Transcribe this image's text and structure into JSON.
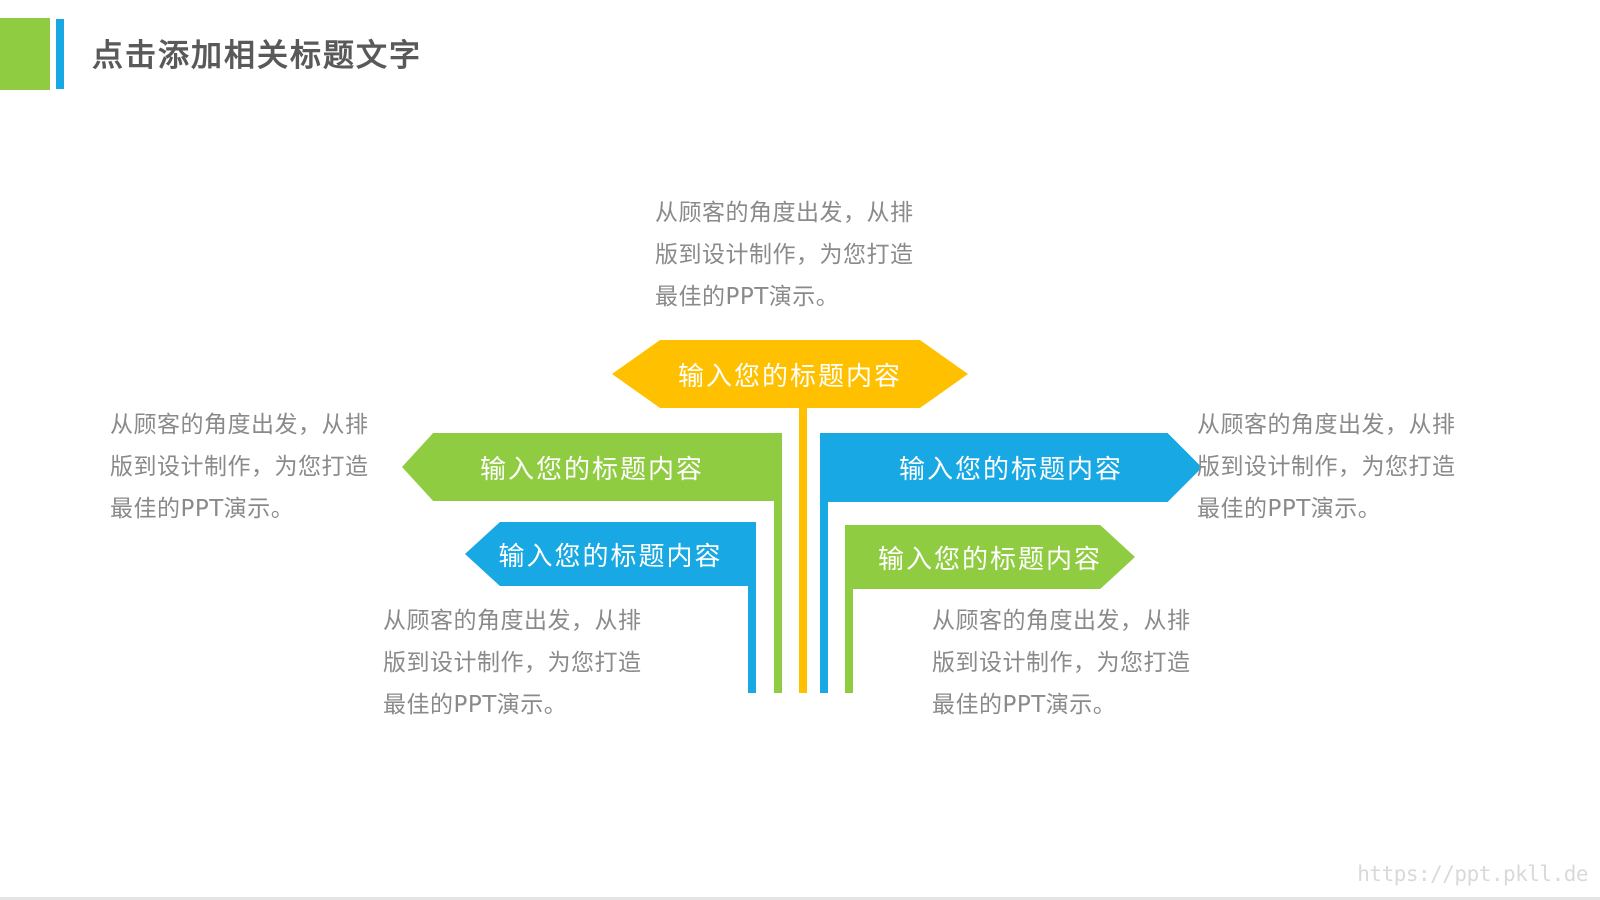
{
  "slide": {
    "title": "点击添加相关标题文字",
    "watermark": "https://ppt.pkll.de"
  },
  "colors": {
    "green": "#90CC41",
    "blue": "#18A8E3",
    "yellow": "#FFC000",
    "title_text": "#595959",
    "body_text": "#8A8A8A",
    "banner_text": "#FFFFFF",
    "watermark_text": "#D9D9D9"
  },
  "banners": {
    "top": {
      "label": "输入您的标题内容",
      "color": "#FFC000",
      "shape": "hexagon-both-points"
    },
    "middle_left": {
      "label": "输入您的标题内容",
      "color": "#90CC41",
      "shape": "point-left"
    },
    "middle_right": {
      "label": "输入您的标题内容",
      "color": "#18A8E3",
      "shape": "point-right"
    },
    "lower_left": {
      "label": "输入您的标题内容",
      "color": "#18A8E3",
      "shape": "point-left"
    },
    "lower_right": {
      "label": "输入您的标题内容",
      "color": "#90CC41",
      "shape": "point-right"
    }
  },
  "description": {
    "line1": "从顾客的角度出发，从排",
    "line2": "版到设计制作，为您打造",
    "line3": "最佳的PPT演示。"
  }
}
